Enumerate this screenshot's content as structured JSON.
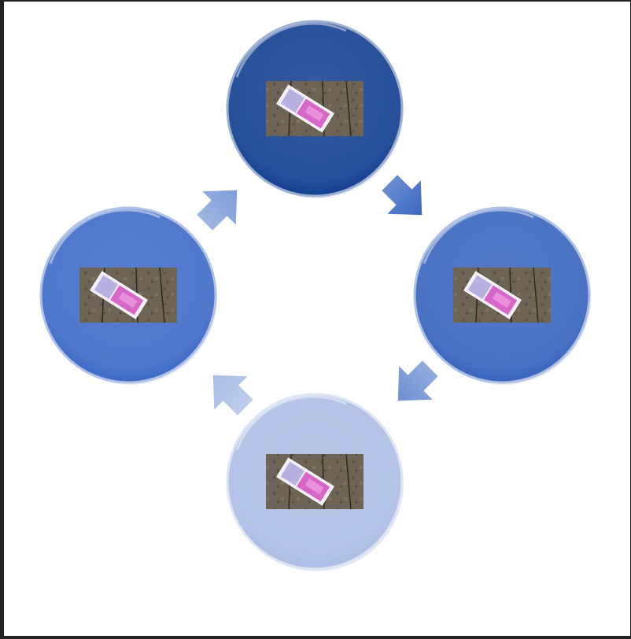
{
  "diagram": {
    "type": "cycle",
    "nodes": [
      {
        "id": "top",
        "image": "euro-500-banknote-on-pavement",
        "color": "#28509a"
      },
      {
        "id": "right",
        "image": "euro-500-banknote-on-pavement",
        "color": "#4a72c4"
      },
      {
        "id": "bottom",
        "image": "euro-500-banknote-on-pavement",
        "color": "#b4c3e6"
      },
      {
        "id": "left",
        "image": "euro-500-banknote-on-pavement",
        "color": "#4f77cb"
      }
    ],
    "arrows": [
      {
        "from": "top",
        "to": "right",
        "color": "#3a67c0"
      },
      {
        "from": "right",
        "to": "bottom",
        "color": "#6d8fd2"
      },
      {
        "from": "bottom",
        "to": "left",
        "color": "#a9bce4"
      },
      {
        "from": "left",
        "to": "top",
        "color": "#7f9cd8"
      }
    ]
  }
}
